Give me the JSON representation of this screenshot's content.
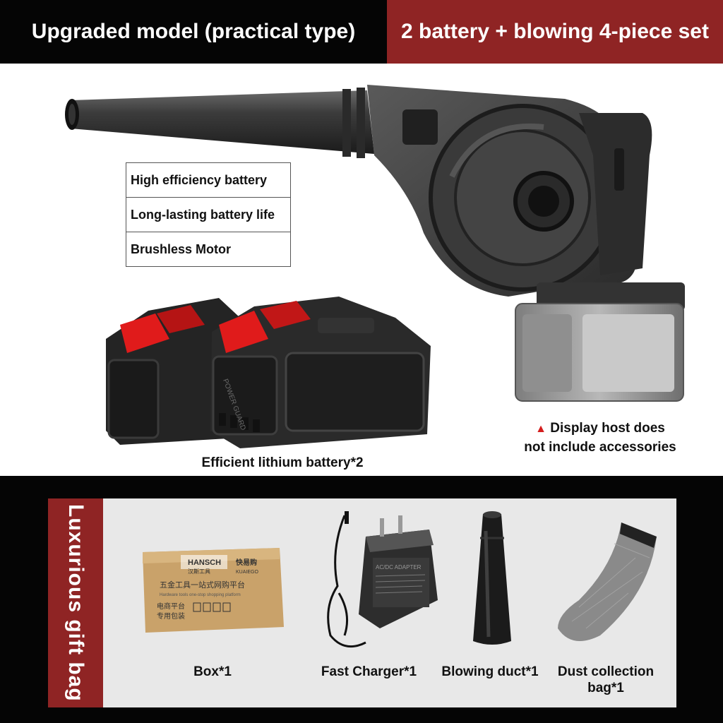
{
  "header": {
    "left_title": "Upgraded model (practical type)",
    "right_title": "2 battery + blowing 4-piece set"
  },
  "features": [
    "High efficiency battery",
    "Long-lasting battery life",
    "Brushless Motor"
  ],
  "battery_caption": "Efficient lithium battery*2",
  "battery_side_text": "POWER GUARD",
  "disclaimer": {
    "line1": "Display host does",
    "line2": "not include accessories"
  },
  "gift": {
    "title": "Luxurious gift bag",
    "items": [
      {
        "label": "Box*1"
      },
      {
        "label": "Fast Charger*1"
      },
      {
        "label": "Blowing duct*1"
      },
      {
        "label_line1": "Dust collection",
        "label_line2": "bag*1"
      }
    ],
    "box_print": {
      "brand1": "HANSCH",
      "brand1_cn": "汉斯工具",
      "brand2": "快易购",
      "brand2_en": "KUAIEGO",
      "line1": "五金工具一站式网购平台",
      "line2": "Hardware tools one-stop shopping platform",
      "line3": "电商平台",
      "line4": "专用包装"
    },
    "charger_print": "AC/DC ADAPTER"
  },
  "colors": {
    "header_left_bg": "#050505",
    "header_right_bg": "#8f2424",
    "accent_red": "#e01b1b",
    "panel_bg": "#e8e8e8"
  }
}
